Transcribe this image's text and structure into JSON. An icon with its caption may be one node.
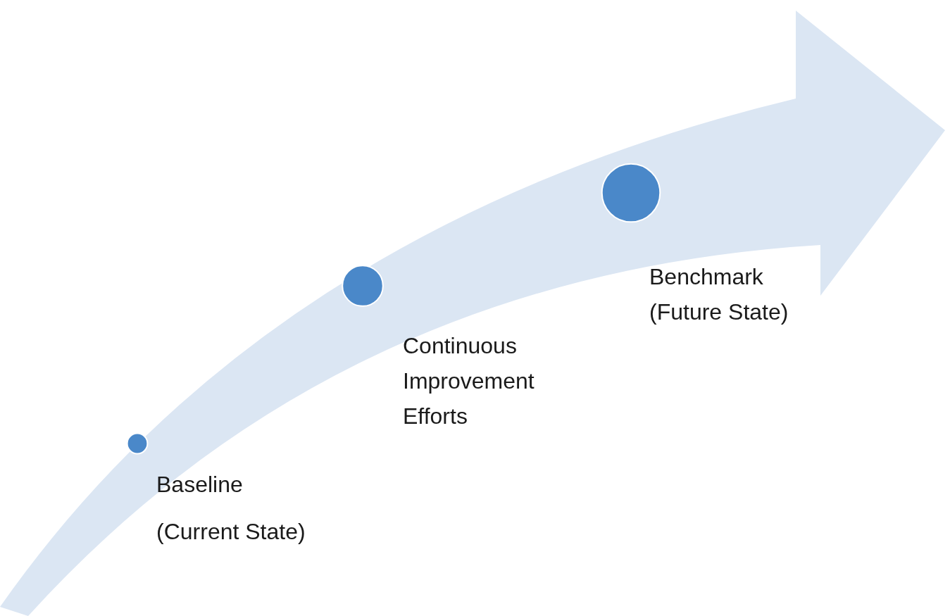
{
  "diagram": {
    "nodes": [
      {
        "text": [],
        "shape": "circle",
        "beside": [
          "Baseline",
          "(Current State)"
        ]
      },
      {
        "text": [],
        "shape": "circle",
        "beside": [
          "Continuous Improvement Efforts"
        ]
      },
      {
        "text": [],
        "shape": "circle",
        "beside": [
          "Benchmark (Future State)"
        ]
      }
    ]
  }
}
